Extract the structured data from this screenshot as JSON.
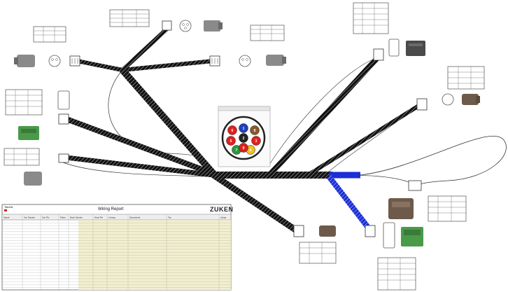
{
  "report": {
    "title": "Wiring Report",
    "logo_text": "ZUKEN",
    "header_left": "Tabelle",
    "columns": [
      "Signal",
      "Von Stecker",
      "Von Pin",
      "Farbe",
      "Nach Stecker",
      "Nach Pin",
      "Leitung",
      "Querschnitt",
      "Typ",
      "Länge"
    ]
  },
  "inset": {
    "pins": [
      {
        "label": "6",
        "color": "#e02020"
      },
      {
        "label": "1",
        "color": "#2040c0"
      },
      {
        "label": "8",
        "color": "#8a5a2a"
      },
      {
        "label": "5",
        "color": "#e02020"
      },
      {
        "label": "2",
        "color": "#222222"
      },
      {
        "label": "3",
        "color": "#e02020"
      },
      {
        "label": "7",
        "color": "#2a9a3a"
      },
      {
        "label": "4",
        "color": "#f0c020"
      },
      {
        "label": "9",
        "color": "#e02020"
      }
    ]
  },
  "colors": {
    "bundle": "#111111",
    "accent_blue": "#1a2fd6",
    "connector_gray": "#8a8a8a",
    "connector_brown": "#6e5a4a",
    "connector_green": "#4a9a4a",
    "report_bg": "#f2efcf"
  }
}
